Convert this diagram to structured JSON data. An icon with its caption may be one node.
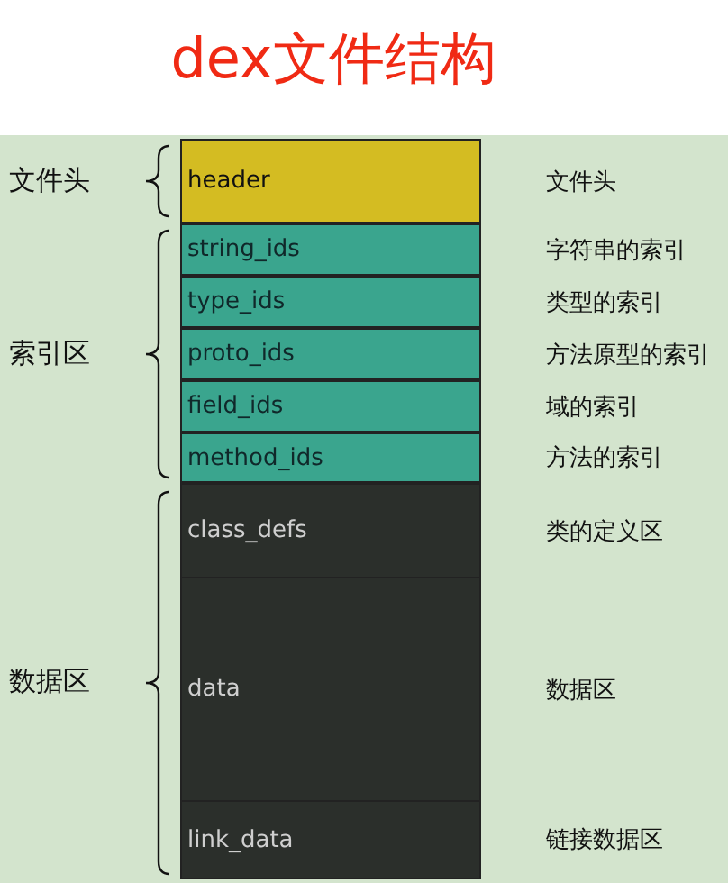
{
  "diagram": {
    "title": "dex文件结构",
    "nodes": [
      {
        "text": [
          "header"
        ],
        "beside": [
          "文件头"
        ]
      },
      {
        "text": [
          "string_ids"
        ],
        "beside": [
          "字符串的索引"
        ]
      },
      {
        "text": [
          "type_ids"
        ],
        "beside": [
          "类型的索引"
        ]
      },
      {
        "text": [
          "proto_ids"
        ],
        "beside": [
          "方法原型的索引"
        ]
      },
      {
        "text": [
          "field_ids"
        ],
        "beside": [
          "域的索引"
        ]
      },
      {
        "text": [
          "method_ids"
        ],
        "beside": [
          "方法的索引"
        ]
      },
      {
        "text": [
          "class_defs"
        ],
        "beside": [
          "类的定义区"
        ]
      },
      {
        "text": [
          "data"
        ],
        "beside": [
          "数据区"
        ]
      },
      {
        "text": [
          "link_data"
        ],
        "beside": [
          "链接数据区"
        ]
      }
    ],
    "labels": [
      "文件头",
      "索引区",
      "数据区"
    ]
  }
}
